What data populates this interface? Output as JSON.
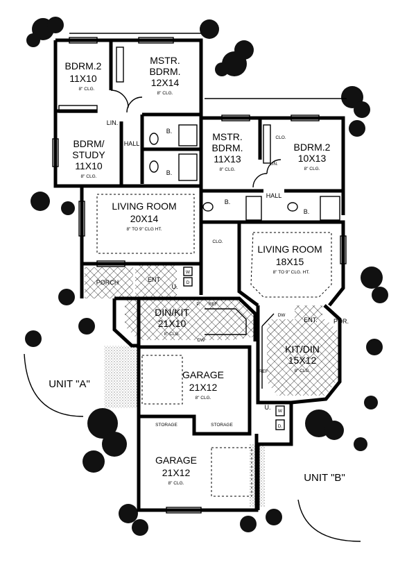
{
  "unit_a": {
    "label": "UNIT \"A\"",
    "rooms": {
      "bedroom2": {
        "name": "BDRM.2",
        "size": "11X10",
        "ceiling": "8\" CLG."
      },
      "master": {
        "name": "MSTR.",
        "name2": "BDRM.",
        "size": "12X14",
        "ceiling": "8\" CLG."
      },
      "study": {
        "name": "BDRM/",
        "name2": "STUDY",
        "size": "11X10",
        "ceiling": "8\" CLG."
      },
      "living": {
        "name": "LIVING ROOM",
        "size": "20X14",
        "ceiling": "8\" TO 9\" CLG HT."
      },
      "dinkit": {
        "name": "DIN/KIT",
        "size": "21X10",
        "ceiling": "8\" CLG."
      },
      "garage": {
        "name": "GARAGE",
        "size": "21X12",
        "ceiling": "8\" CLG."
      },
      "porch": "PORCH",
      "entry": "ENT",
      "utility": "U.",
      "hall": "HALL",
      "linen": "LIN.",
      "bath1": "B.",
      "bath2": "B.",
      "storage": "STORAGE",
      "pantry": "P.",
      "ref": "REF.",
      "dw": "DW",
      "washer": "W",
      "dryer": "D"
    }
  },
  "unit_b": {
    "label": "UNIT \"B\"",
    "rooms": {
      "master": {
        "name": "MSTR.",
        "name2": "BDRM.",
        "size": "11X13",
        "ceiling": "8\" CLG."
      },
      "bedroom2": {
        "name": "BDRM.2",
        "size": "10X13",
        "ceiling": "8\" CLG."
      },
      "living": {
        "name": "LIVING ROOM",
        "size": "18X15",
        "ceiling": "8\" TO 9\" CLG. HT."
      },
      "kitdin": {
        "name": "KIT/DIN",
        "size": "15X12",
        "ceiling": "8\" CLG."
      },
      "garage": {
        "name": "GARAGE",
        "size": "21X12",
        "ceiling": "8\" CLG."
      },
      "porch": "POR.",
      "entry": "ENT.",
      "hall": "HALL",
      "linen": "LIN.",
      "closet1": "CLO.",
      "closet2": "CLO.",
      "bath1": "B.",
      "bath2": "B.",
      "storage": "STORAGE",
      "utility": "U.",
      "ref": "REF",
      "dw": "DW",
      "washer": "W",
      "dryer": "D."
    }
  }
}
